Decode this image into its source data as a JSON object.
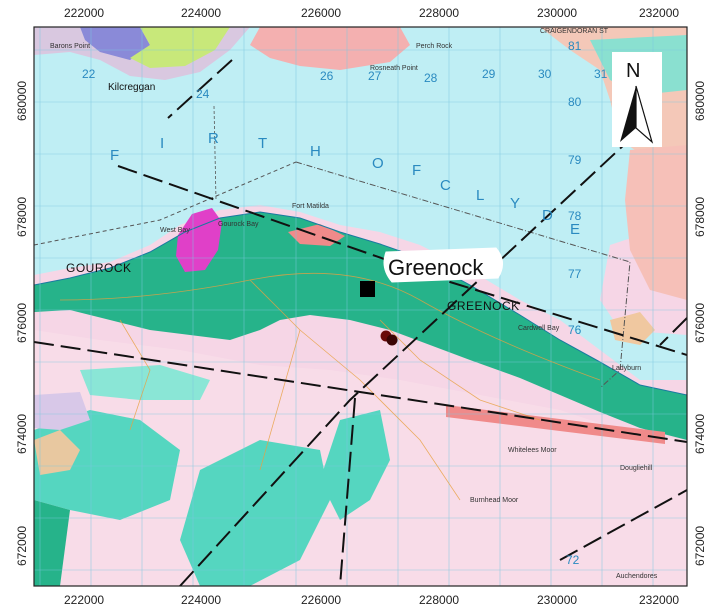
{
  "axes": {
    "x_ticks": [
      "222000",
      "224000",
      "226000",
      "228000",
      "230000",
      "232000"
    ],
    "y_ticks": [
      "680000",
      "678000",
      "676000",
      "674000",
      "672000"
    ]
  },
  "water": {
    "letters": [
      "F",
      "I",
      "R",
      "T",
      "H",
      "O",
      "F",
      "C",
      "L",
      "Y",
      "D",
      "E"
    ]
  },
  "grid_numbers": {
    "top_row": [
      "22",
      "24",
      "26",
      "27",
      "28",
      "29",
      "30",
      "31"
    ],
    "top_right": "81",
    "right_col": [
      "80",
      "79",
      "78",
      "77",
      "76"
    ],
    "bottom": "72"
  },
  "places": {
    "kilcreggan": "Kilcreggan",
    "gourock": "GOUROCK",
    "greenock": "GREENOCK",
    "rosneath_point": "Rosneath Point",
    "barons_point": "Barons Point",
    "perch_rock": "Perch Rock",
    "craigendoran": "CRAIGENDORAN ST",
    "fort_matilda": "Fort Matilda",
    "gourock_bay": "Gourock Bay",
    "west_bay": "West Bay",
    "whitelees_moor": "Whitelees Moor",
    "burnhead_moor": "Burnhead Moor",
    "dougliehill": "Dougliehill",
    "auchendores": "Auchendores",
    "cardwell_bay": "Cardwell Bay",
    "ladyburn": "Ladyburn"
  },
  "callout": {
    "label": "Greenock"
  },
  "north_arrow": {
    "letter": "N"
  },
  "colors": {
    "sea": "#bfeef4",
    "land_pink": "#f6d6e6",
    "urban_green": "#26b38a",
    "teal": "#55d6c0",
    "magenta": "#e040c8",
    "salmon": "#f08a8a",
    "tan": "#e8c8a0",
    "green_dark": "#2e9a5a",
    "lime": "#c8e87a",
    "purple": "#8a8ad8"
  },
  "markers": {
    "site_square": "black square",
    "red_dots": "dark red circles"
  }
}
